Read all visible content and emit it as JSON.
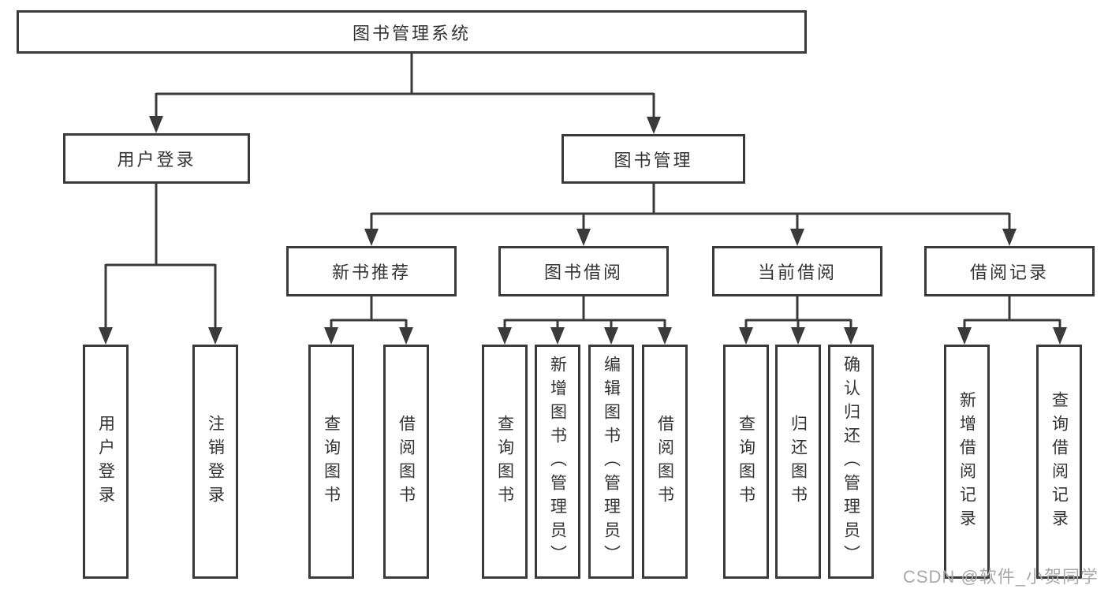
{
  "diagram": {
    "title": "图书管理系统",
    "level1": {
      "user_login": "用户登录",
      "book_mgmt": "图书管理"
    },
    "level2": {
      "new_books": "新书推荐",
      "book_borrow": "图书借阅",
      "current_borrow": "当前借阅",
      "borrow_records": "借阅记录"
    },
    "leaves": {
      "user_login": [
        "用户登录",
        "注销登录"
      ],
      "new_books": [
        "查询图书",
        "借阅图书"
      ],
      "book_borrow": [
        "查询图书",
        "新增图书（管理员）",
        "编辑图书（管理员）",
        "借阅图书"
      ],
      "current_borrow": [
        "查询图书",
        "归还图书",
        "确认归还（管理员）"
      ],
      "borrow_records": [
        "新增借阅记录",
        "查询借阅记录"
      ]
    }
  },
  "watermark": "CSDN @软件_小贺同学",
  "colors": {
    "line": "#3a3a3a",
    "text": "#333333",
    "watermark": "#a9a9a9",
    "background": "#ffffff"
  }
}
